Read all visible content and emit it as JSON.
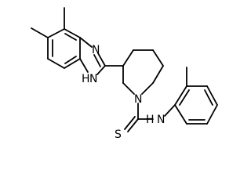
{
  "atom_labels": {
    "benzimidazole_n3": "N",
    "benzimidazole_nh": "N",
    "benzimidazole_nh_h": "H",
    "piperidine_n": "N",
    "thioamide_s": "S",
    "amide_nh": "N",
    "amide_nh_h": "H"
  }
}
